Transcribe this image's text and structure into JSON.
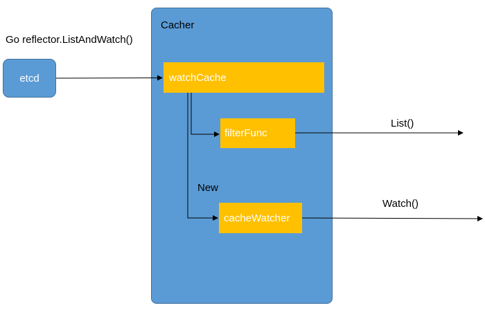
{
  "labels": {
    "go_reflector": "Go reflector.ListAndWatch()",
    "new": "New",
    "list": "List()",
    "watch": "Watch()"
  },
  "nodes": {
    "cacher": "Cacher",
    "etcd": "etcd",
    "watch_cache": "watchCache",
    "filter_func": "filterFunc",
    "cache_watcher": "cacheWatcher"
  },
  "colors": {
    "blue_fill": "#5b9bd5",
    "blue_border": "#41719c",
    "orange_fill": "#ffc000",
    "line": "#000000"
  }
}
